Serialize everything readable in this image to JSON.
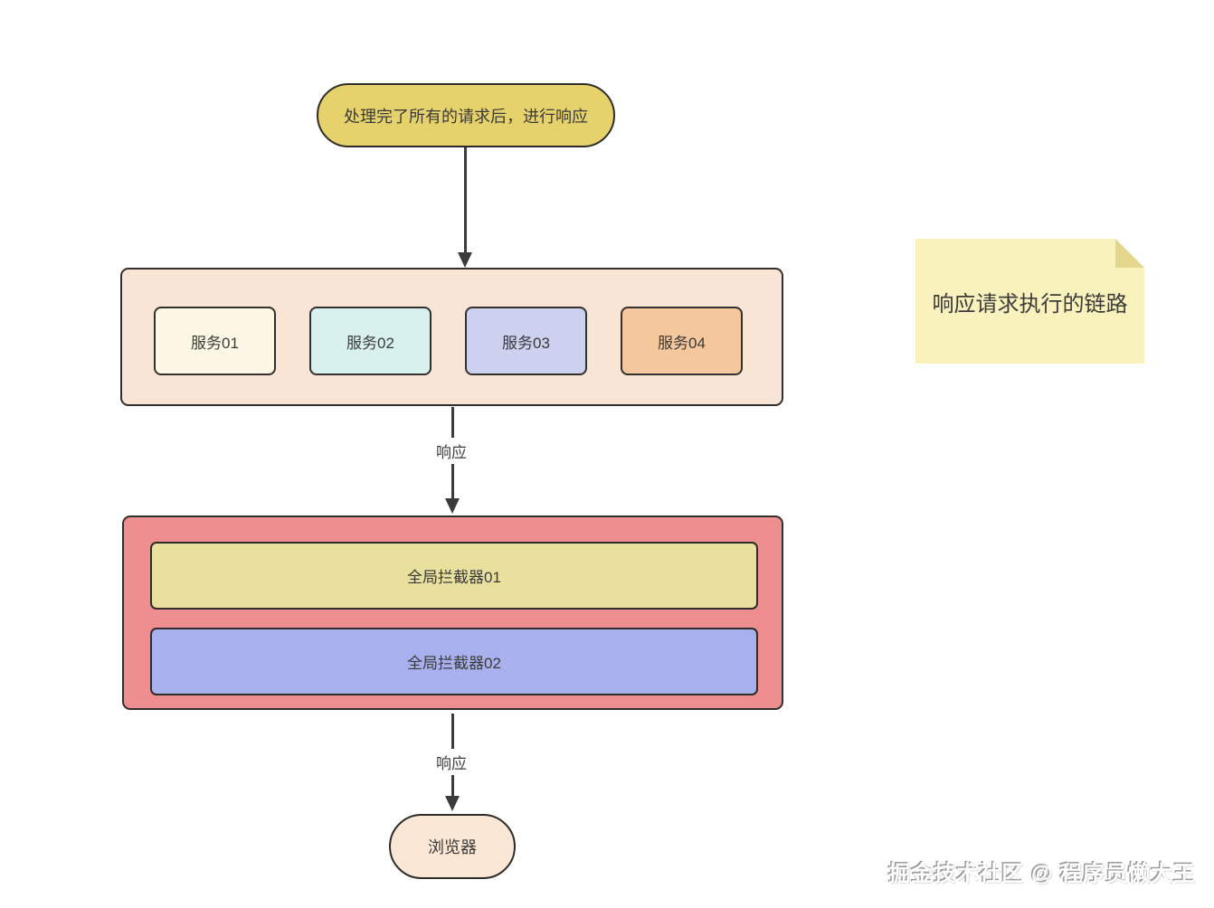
{
  "diagram": {
    "start_node": {
      "label": "处理完了所有的请求后，进行响应",
      "fill": "#e6d26d"
    },
    "services_container": {
      "fill": "#f9e5d5",
      "services": [
        {
          "label": "服务01",
          "fill": "#fdf8e6"
        },
        {
          "label": "服务02",
          "fill": "#d8f1ee"
        },
        {
          "label": "服务03",
          "fill": "#cdd1f0"
        },
        {
          "label": "服务04",
          "fill": "#f4c89c"
        }
      ]
    },
    "arrows": {
      "services_to_interceptors_label": "响应",
      "interceptors_to_browser_label": "响应",
      "line_color": "#3b3b3b"
    },
    "interceptors_container": {
      "fill": "#ee8e90",
      "interceptors": [
        {
          "label": "全局拦截器01",
          "fill": "#e9e09e"
        },
        {
          "label": "全局拦截器02",
          "fill": "#a8b1ed"
        }
      ]
    },
    "browser_node": {
      "label": "浏览器",
      "fill": "#fbe7d5"
    },
    "note": {
      "label": "响应请求执行的链路",
      "fill": "#faf2bc",
      "fold_fill": "#e4d68c"
    },
    "watermark": {
      "text": "掘金技术社区 @ 程序员懒大王"
    }
  }
}
